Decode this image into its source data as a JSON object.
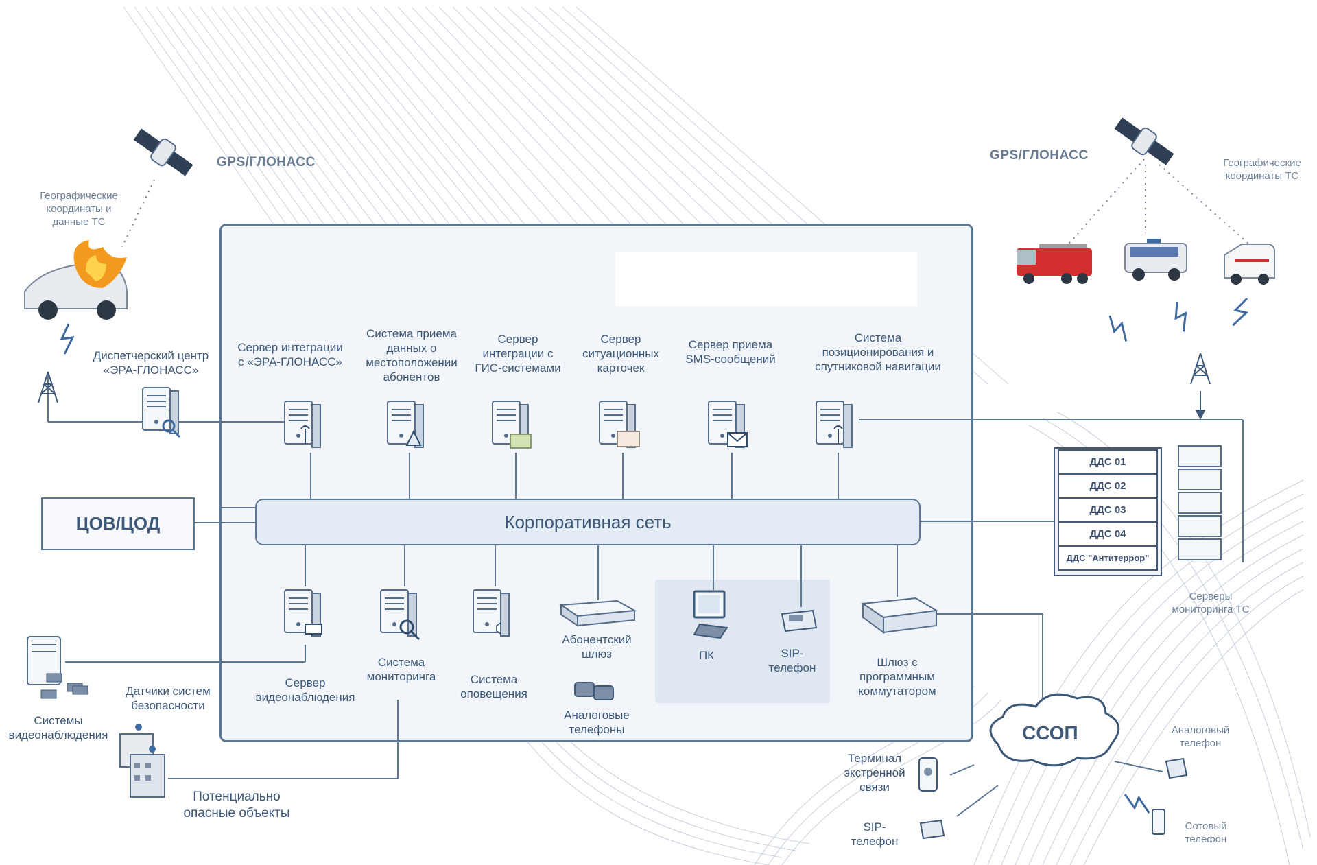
{
  "gps_left": {
    "title": "GPS/ГЛОНАСС",
    "note": "Географические\nкоординаты и\nданные ТС"
  },
  "gps_right": {
    "title": "GPS/ГЛОНАСС",
    "note": "Географические\nкоординаты ТС"
  },
  "dispatch_center": "Диспетчерский центр\n«ЭРА-ГЛОНАСС»",
  "top_servers": [
    {
      "label": "Сервер интеграции\nс «ЭРА-ГЛОНАСС»"
    },
    {
      "label": "Система приема\nданных о\nместоположении\nабонентов"
    },
    {
      "label": "Сервер\nинтеграции с\nГИС-системами"
    },
    {
      "label": "Сервер\nситуационных\nкарточек"
    },
    {
      "label": "Сервер приема\nSMS-сообщений"
    },
    {
      "label": "Система\nпозиционирования и\nспутниковой навигации"
    }
  ],
  "corporate_network": "Корпоративная сеть",
  "cov_cod": "ЦОВ/ЦОД",
  "bottom_nodes": [
    {
      "label": "Сервер\nвидеонаблюдения"
    },
    {
      "label": "Система\nмониторинга"
    },
    {
      "label": "Система\nоповещения"
    },
    {
      "label": "Абонентский\nшлюз"
    },
    {
      "label": "Аналоговые\nтелефоны"
    },
    {
      "label": "ПК"
    },
    {
      "label": "SIP-\nтелефон"
    },
    {
      "label": "Шлюз с\nпрограммным\nкоммутатором"
    }
  ],
  "left_bottom": {
    "video_systems": "Системы\nвидеонаблюдения",
    "sensors": "Датчики систем\nбезопасности",
    "hazard": "Потенциально\nопасные объекты"
  },
  "dds": [
    "ДДС 01",
    "ДДС 02",
    "ДДС 03",
    "ДДС 04",
    "ДДС \"Антитеррор\""
  ],
  "monitoring_servers": "Серверы\nмониторинга ТС",
  "ssop": "ССОП",
  "ssop_nodes": {
    "terminal": "Терминал\nэкстренной\nсвязи",
    "sip_phone": "SIP-\nтелефон",
    "analog_phone": "Аналоговый\nтелефон",
    "cell_phone": "Сотовый\nтелефон"
  },
  "colors": {
    "line": "#5d7694",
    "panel": "#f2f6fa",
    "text": "#3d5878",
    "fire": "#f39a1e",
    "truck": "#d32f2f"
  }
}
